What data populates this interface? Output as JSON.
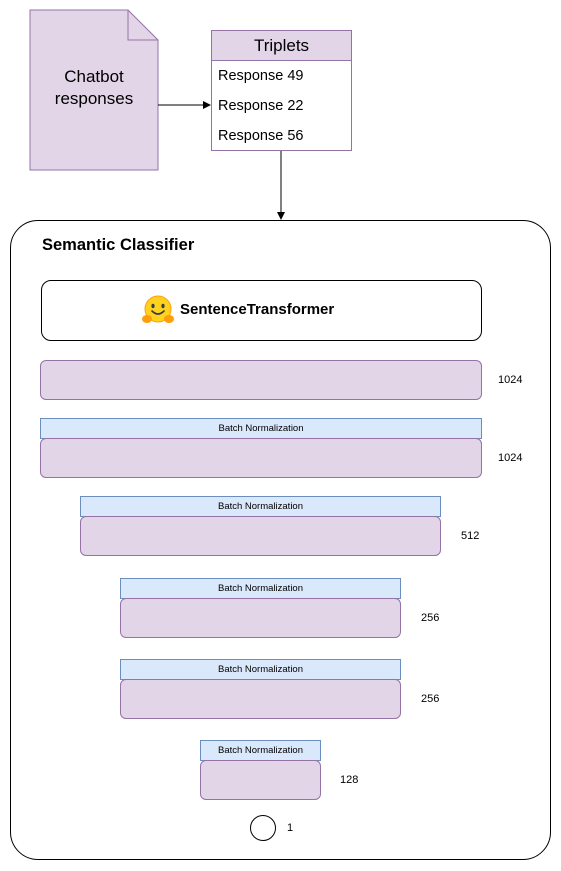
{
  "document": {
    "label_line1": "Chatbot",
    "label_line2": "responses"
  },
  "triplets": {
    "title": "Triplets",
    "rows": [
      "Response 49",
      "Response 22",
      "Response 56"
    ]
  },
  "classifier": {
    "title": "Semantic Classifier",
    "encoder": {
      "label": "SentenceTransformer",
      "icon": "hugging-face-icon"
    },
    "batch_norm_label": "Batch Normalization",
    "layers": [
      {
        "units": "1024",
        "batch_norm": false
      },
      {
        "units": "1024",
        "batch_norm": true
      },
      {
        "units": "512",
        "batch_norm": true
      },
      {
        "units": "256",
        "batch_norm": true
      },
      {
        "units": "256",
        "batch_norm": true
      },
      {
        "units": "128",
        "batch_norm": true
      }
    ],
    "output": {
      "units": "1"
    }
  },
  "colors": {
    "purple_fill": "#e1d5e7",
    "purple_stroke": "#9673a6",
    "blue_fill": "#dae8fc",
    "blue_stroke": "#6c8ebf",
    "emoji": "#ffd21e"
  }
}
